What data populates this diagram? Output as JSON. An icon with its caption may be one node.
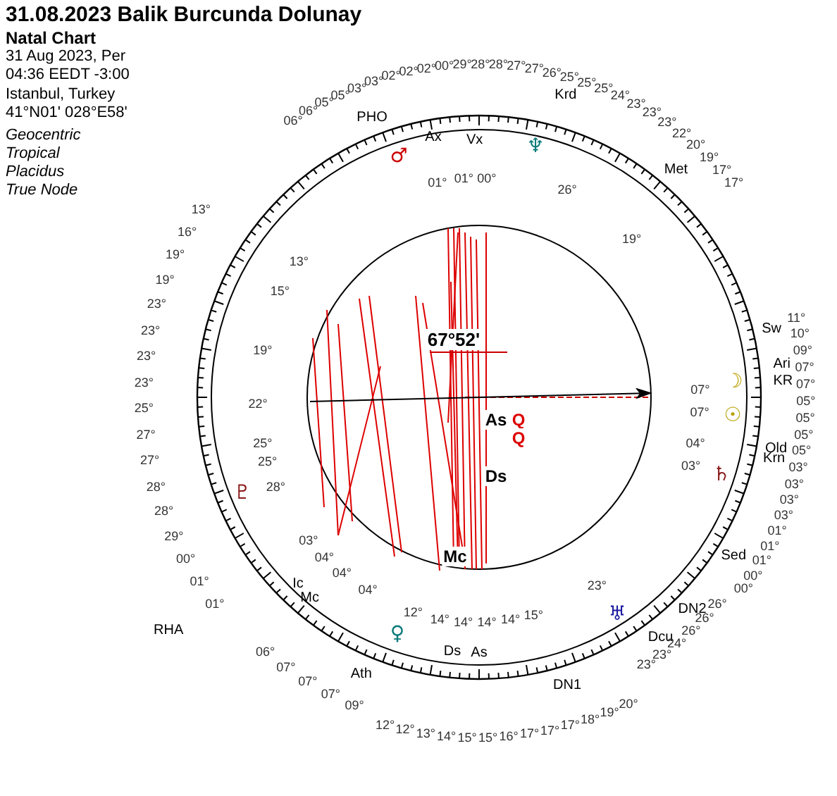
{
  "diagram": {
    "title": "31.08.2023 Balik Burcunda Dolunay",
    "labels": [
      "Natal Chart",
      "31 Aug 2023, Per",
      "04:36  EEDT -3:00",
      "Istanbul, Turkey",
      "41°N01' 028°E58'",
      "Geocentric",
      "Tropical",
      "Placidus",
      "True Node",
      "67°52'",
      "As",
      "Q",
      "Q",
      "Ds",
      "Mc",
      "PHO",
      "Krd",
      "Ax",
      "Vx",
      "Met",
      "Sw",
      "Ari",
      "KR",
      "Old",
      "Krn",
      "Sed",
      "DN2",
      "Dcu",
      "Ic",
      "Mc",
      "RHA",
      "Ds",
      "As",
      "Ath",
      "DN1",
      "♂",
      "♆",
      "☽",
      "☉",
      "♄",
      "♇",
      "♅",
      "♀",
      "06°",
      "06°",
      "05°",
      "05°",
      "03°",
      "03°",
      "02°",
      "02°",
      "02°",
      "00°",
      "29°",
      "28°",
      "28°",
      "27°",
      "27°",
      "26°",
      "25°",
      "25°",
      "25°",
      "24°",
      "23°",
      "23°",
      "23°",
      "22°",
      "20°",
      "19°",
      "17°",
      "17°",
      "11°",
      "10°",
      "09°",
      "07°",
      "07°",
      "05°",
      "05°",
      "05°",
      "05°",
      "03°",
      "03°",
      "03°",
      "03°",
      "01°",
      "01°",
      "01°",
      "00°",
      "00°",
      "26°",
      "26°",
      "26°",
      "24°",
      "23°",
      "23°",
      "12°",
      "12°",
      "13°",
      "14°",
      "15°",
      "15°",
      "16°",
      "17°",
      "17°",
      "17°",
      "18°",
      "19°",
      "20°",
      "06°",
      "07°",
      "07°",
      "07°",
      "09°",
      "13°",
      "16°",
      "19°",
      "19°",
      "23°",
      "23°",
      "23°",
      "23°",
      "25°",
      "27°",
      "27°",
      "28°",
      "28°",
      "29°",
      "00°",
      "01°",
      "01°",
      "01°",
      "01°",
      "00°",
      "26°",
      "19°",
      "13°",
      "15°",
      "19°",
      "22°",
      "25°",
      "25°",
      "28°",
      "03°",
      "04°",
      "04°",
      "04°",
      "07°",
      "07°",
      "04°",
      "03°",
      "12°",
      "14°",
      "14°",
      "14°",
      "14°",
      "15°",
      "23°"
    ]
  }
}
